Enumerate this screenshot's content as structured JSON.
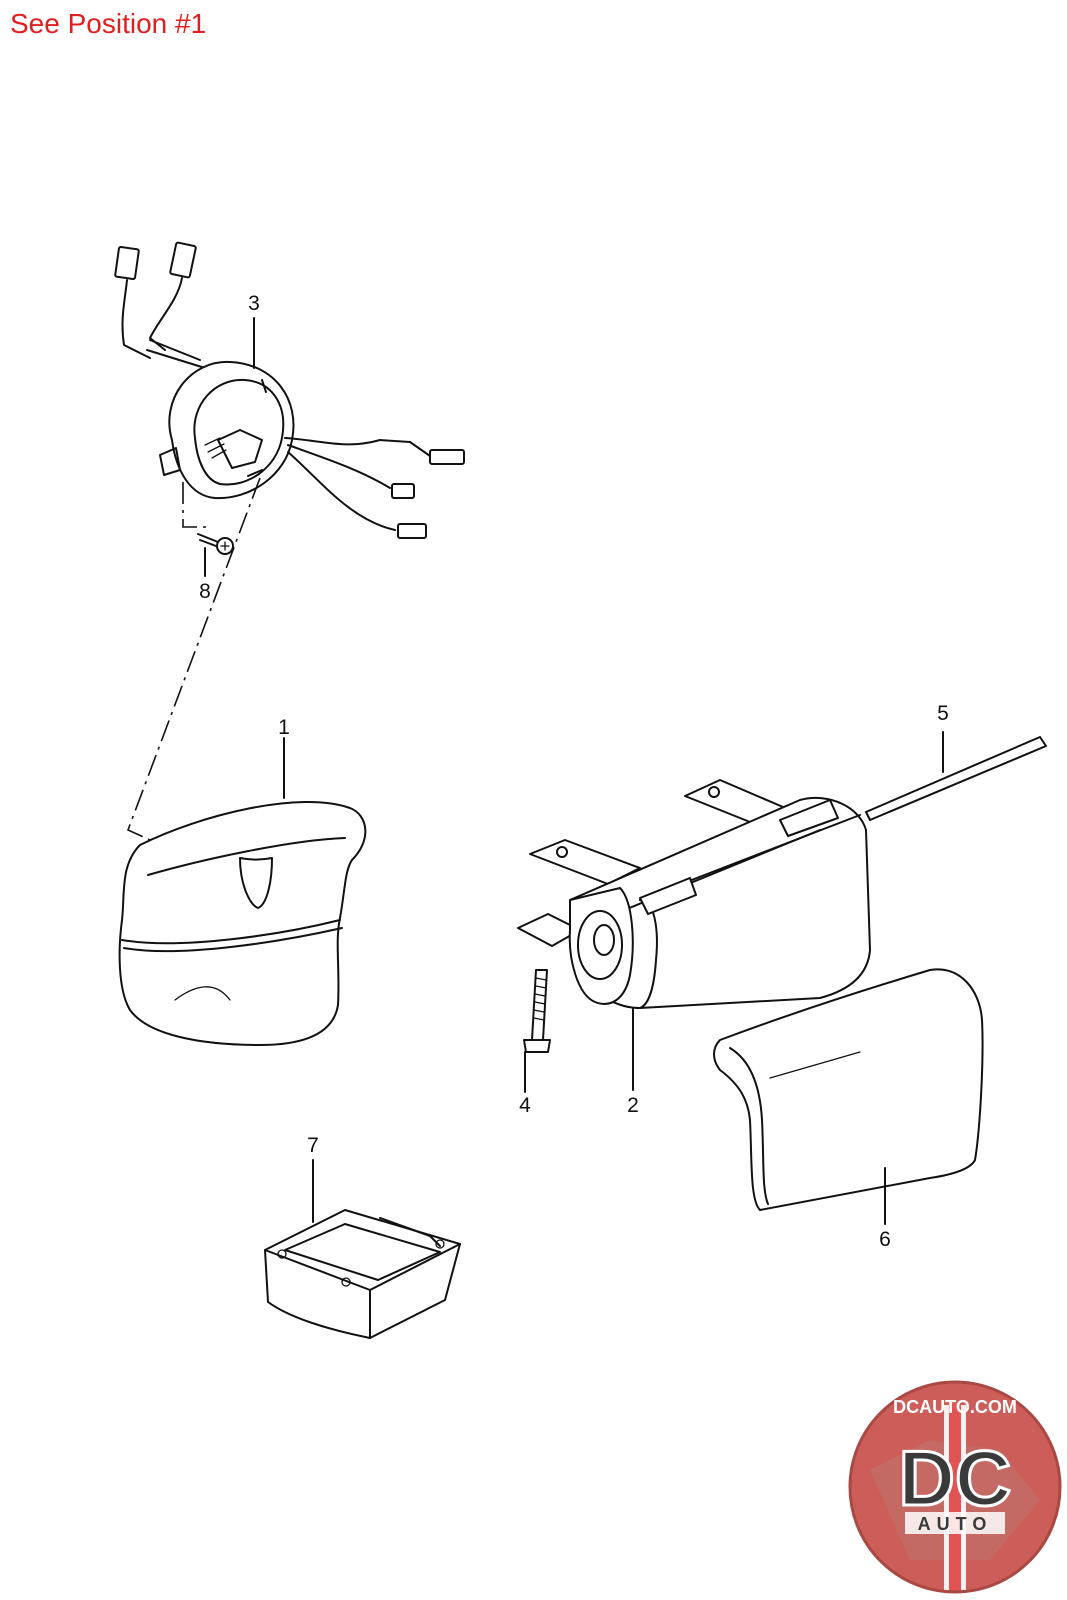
{
  "header": {
    "link_text": "See Position #1",
    "link_color": "#e02020"
  },
  "diagram": {
    "callouts": [
      {
        "id": "1",
        "label": "1"
      },
      {
        "id": "2",
        "label": "2"
      },
      {
        "id": "3",
        "label": "3"
      },
      {
        "id": "4",
        "label": "4"
      },
      {
        "id": "5",
        "label": "5"
      },
      {
        "id": "6",
        "label": "6"
      },
      {
        "id": "7",
        "label": "7"
      },
      {
        "id": "8",
        "label": "8"
      }
    ]
  },
  "watermark": {
    "site_text": "DCAUTO.COM",
    "monogram": "DC",
    "sub_text": "AUTO",
    "badge_color": "#c8504a"
  }
}
